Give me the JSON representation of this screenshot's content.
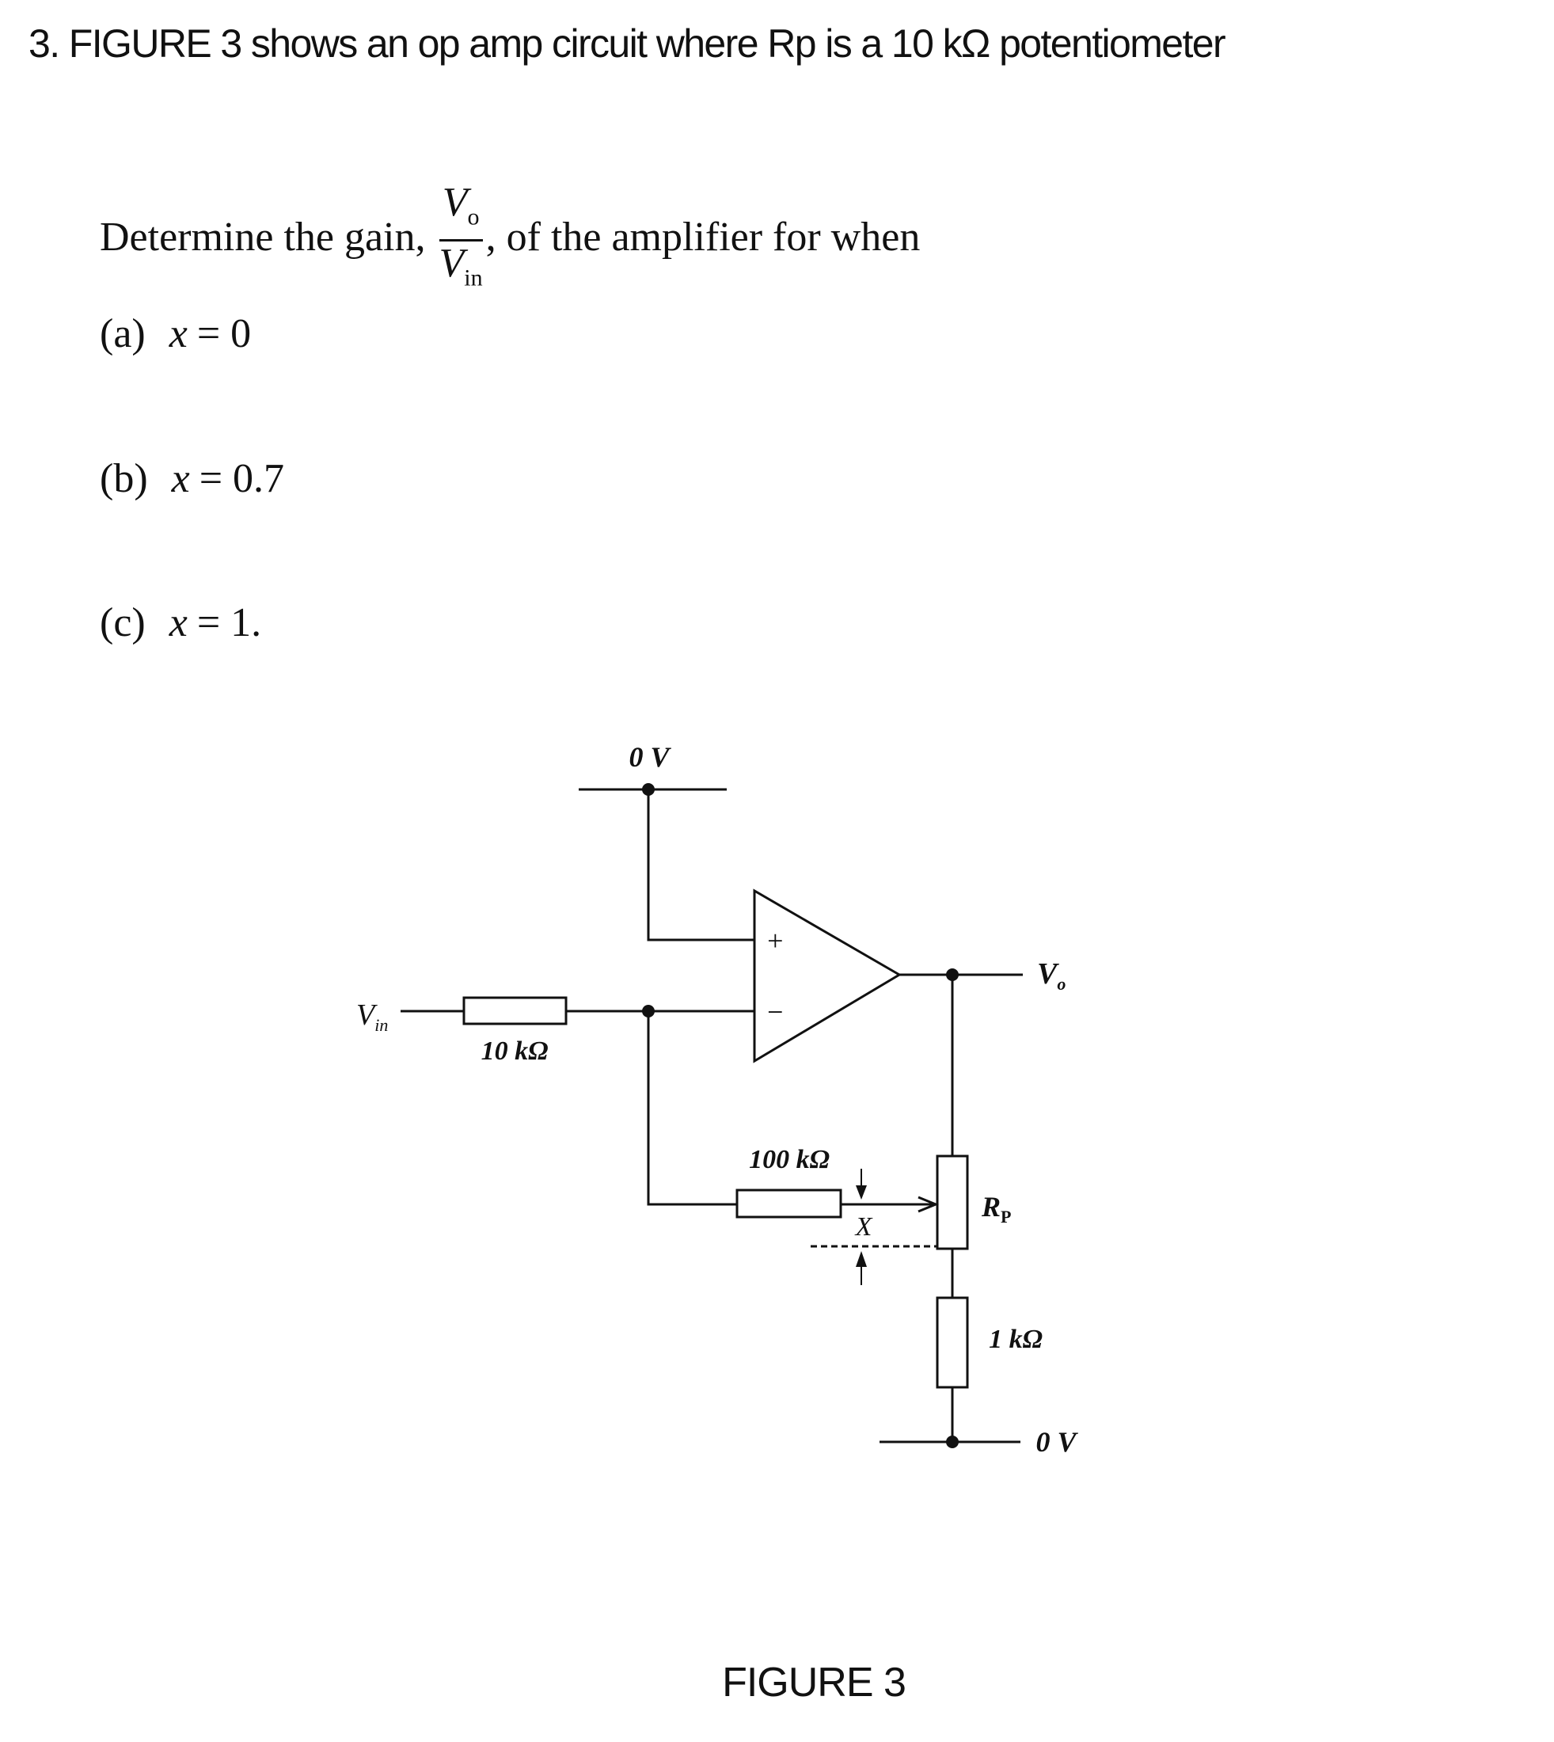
{
  "question": {
    "title": "3. FIGURE 3 shows an op amp circuit where Rp is a 10 kΩ potentiometer",
    "prompt_before": "Determine the gain,",
    "fraction_num": "V",
    "fraction_num_sub": "o",
    "fraction_den": "V",
    "fraction_den_sub": "in",
    "prompt_after": ", of the amplifier for when",
    "parts": [
      {
        "label": "(a)",
        "var": "x",
        "eq": "= 0"
      },
      {
        "label": "(b)",
        "var": "x",
        "eq": "= 0.7"
      },
      {
        "label": "(c)",
        "var": "x",
        "eq": "= 1."
      }
    ]
  },
  "figure": {
    "top_rail_label": "0 V",
    "bottom_rail_label": "0 V",
    "plus_sign": "+",
    "minus_sign": "−",
    "vin_label": "V",
    "vin_sub": "in",
    "vo_label": "V",
    "vo_sub": "o",
    "r_in_label": "10 kΩ",
    "r_fb_label": "100 kΩ",
    "rp_label": "R",
    "rp_sub": "P",
    "r_ground_label": "1 kΩ",
    "x_label": "X",
    "caption": "FIGURE 3"
  }
}
